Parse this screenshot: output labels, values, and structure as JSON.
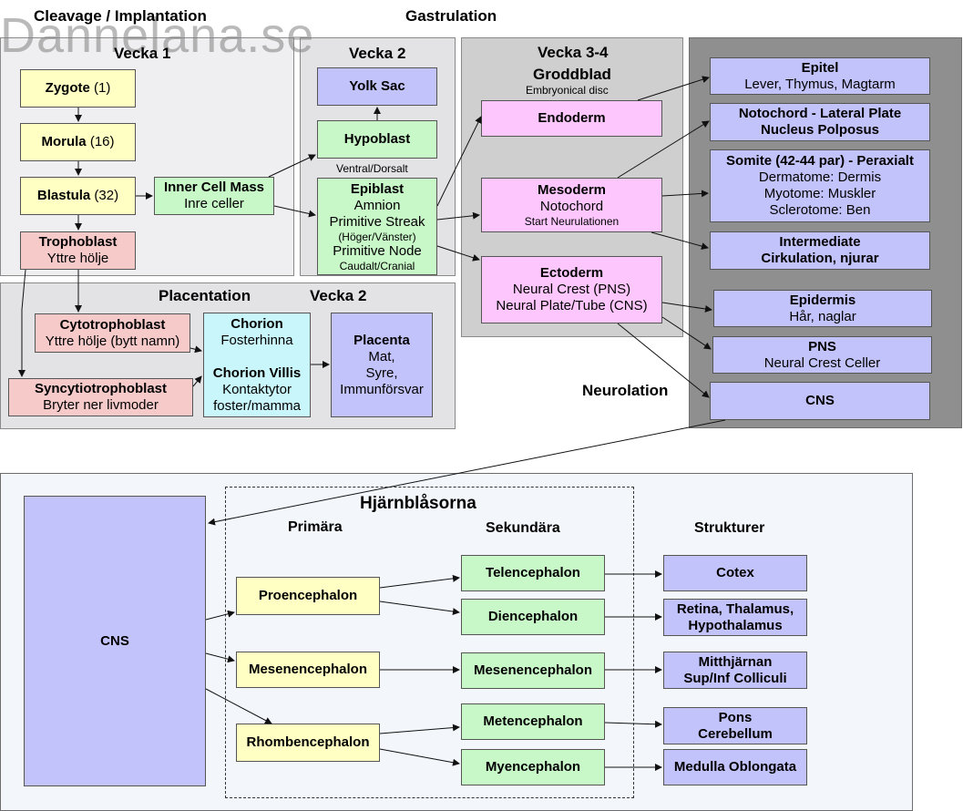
{
  "watermark": "Dannelana.se",
  "sections": {
    "cleavage": "Cleavage / Implantation",
    "vecka1": "Vecka 1",
    "gastrulation": "Gastrulation",
    "vecka2": "Vecka 2",
    "vecka34": "Vecka 3-4",
    "groddblad": "Groddblad",
    "embryonical_disc": "Embryonical disc",
    "ventral_dorsalt": "Ventral/Dorsalt",
    "placentation": "Placentation",
    "vecka2b": "Vecka 2",
    "neurolation": "Neurolation",
    "hjarnblasorna": "Hjärnblåsorna",
    "primara": "Primära",
    "sekundara": "Sekundära",
    "strukturer": "Strukturer"
  },
  "nodes": {
    "zygote": {
      "title": "Zygote",
      "count": " (1)"
    },
    "morula": {
      "title": "Morula",
      "count": " (16)"
    },
    "blastula": {
      "title": "Blastula",
      "count": " (32)"
    },
    "trophoblast": {
      "title": "Trophoblast",
      "sub": "Yttre hölje"
    },
    "inner_cell_mass": {
      "title": "Inner Cell Mass",
      "sub": "Inre celler"
    },
    "yolk_sac": {
      "title": "Yolk Sac"
    },
    "hypoblast": {
      "title": "Hypoblast"
    },
    "epiblast": {
      "title": "Epiblast",
      "l1": "Amnion",
      "l2": "Primitive Streak",
      "l3": "(Höger/Vänster)",
      "l4": "Primitive Node",
      "l5": "Caudalt/Cranial"
    },
    "endoderm": {
      "title": "Endoderm"
    },
    "mesoderm": {
      "title": "Mesoderm",
      "l1": "Notochord",
      "l2": "Start Neurulationen"
    },
    "ectoderm": {
      "title": "Ectoderm",
      "l1": "Neural Crest (PNS)",
      "l2": "Neural Plate/Tube (CNS)"
    },
    "epitel": {
      "title": "Epitel",
      "sub": "Lever, Thymus, Magtarm"
    },
    "notochord_lp": {
      "l1": "Notochord - Lateral Plate",
      "l2": "Nucleus Polposus"
    },
    "somite": {
      "title": "Somite (42-44 par) - Peraxialt",
      "l1": "Dermatome: Dermis",
      "l2": "Myotome: Muskler",
      "l3": "Sclerotome: Ben"
    },
    "intermediate": {
      "l1": "Intermediate",
      "l2": "Cirkulation, njurar"
    },
    "epidermis": {
      "title": "Epidermis",
      "sub": "Hår, naglar"
    },
    "pns": {
      "title": "PNS",
      "sub": "Neural Crest Celler"
    },
    "cns_top": {
      "title": "CNS"
    },
    "cytotrophoblast": {
      "title": "Cytotrophoblast",
      "sub": "Yttre hölje (bytt namn)"
    },
    "syncytiotrophoblast": {
      "title": "Syncytiotrophoblast",
      "sub": "Bryter ner livmoder"
    },
    "chorion": {
      "title": "Chorion",
      "sub": "Fosterhinna",
      "title2": "Chorion Villis",
      "l1": "Kontaktytor",
      "l2": "foster/mamma"
    },
    "placenta": {
      "title": "Placenta",
      "l1": "Mat,",
      "l2": "Syre,",
      "l3": "Immunförsvar"
    },
    "cns_big": {
      "title": "CNS"
    },
    "proencephalon": {
      "title": "Proencephalon"
    },
    "mesencephalon_p": {
      "title": "Mesenencephalon"
    },
    "rhombencephalon": {
      "title": "Rhombencephalon"
    },
    "telencephalon": {
      "title": "Telencephalon"
    },
    "diencephalon": {
      "title": "Diencephalon"
    },
    "mesencephalon_s": {
      "title": "Mesenencephalon"
    },
    "metencephalon": {
      "title": "Metencephalon"
    },
    "myencephalon": {
      "title": "Myencephalon"
    },
    "cotex": {
      "title": "Cotex"
    },
    "retina": {
      "l1": "Retina, Thalamus,",
      "l2": "Hypothalamus"
    },
    "mitthjarnan": {
      "l1": "Mitthjärnan",
      "l2": "Sup/Inf Colliculi"
    },
    "pons": {
      "l1": "Pons",
      "l2": "Cerebellum"
    },
    "medulla": {
      "title": "Medulla Oblongata"
    }
  }
}
